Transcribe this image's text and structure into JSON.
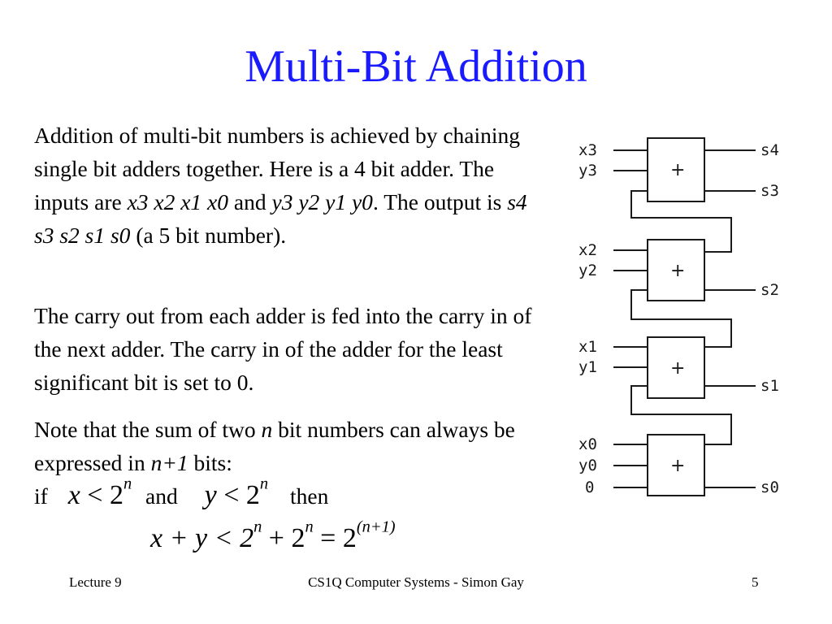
{
  "slide": {
    "title": "Multi-Bit Addition",
    "title_color": "#1a1aff",
    "para1": {
      "t1": "Addition of multi-bit numbers is achieved by chaining single bit adders together. Here is a 4 bit adder. The inputs are ",
      "x_inputs": "x3 x2 x1 x0",
      "t2": " and ",
      "y_inputs": "y3 y2 y1 y0",
      "t3": ". The output is ",
      "s_outputs": "s4 s3 s2 s1 s0",
      "t4": " (a 5 bit number)."
    },
    "para2": "The carry out from each adder is fed into the carry in of the next adder. The carry in of the adder for the least significant bit is set to 0.",
    "para3": {
      "t1": "Note that the sum of two ",
      "n": "n",
      "t2": " bit numbers can always be expressed in ",
      "n_plus_1": "n+1",
      "t3": " bits:"
    },
    "if_line": {
      "if_word": "if",
      "and_word": "and",
      "then_word": "then",
      "x": "x",
      "y": "y",
      "lt": "<",
      "base": "2",
      "exp_n": "n"
    },
    "equation": {
      "lhs": "x + y < 2",
      "exp1": "n",
      "mid": " + 2",
      "exp2": "n",
      "eq": " = 2",
      "exp3": "(n+1)"
    }
  },
  "diagram": {
    "adders": [
      {
        "in_a": "x3",
        "in_b": "y3",
        "op": "+",
        "out_carry": "s4",
        "out_sum": "s3"
      },
      {
        "in_a": "x2",
        "in_b": "y2",
        "op": "+",
        "out_sum": "s2"
      },
      {
        "in_a": "x1",
        "in_b": "y1",
        "op": "+",
        "out_sum": "s1"
      },
      {
        "in_a": "x0",
        "in_b": "y0",
        "in_c": "0",
        "op": "+",
        "out_sum": "s0"
      }
    ]
  },
  "footer": {
    "left": "Lecture 9",
    "center": "CS1Q Computer Systems - Simon Gay",
    "right": "5"
  }
}
